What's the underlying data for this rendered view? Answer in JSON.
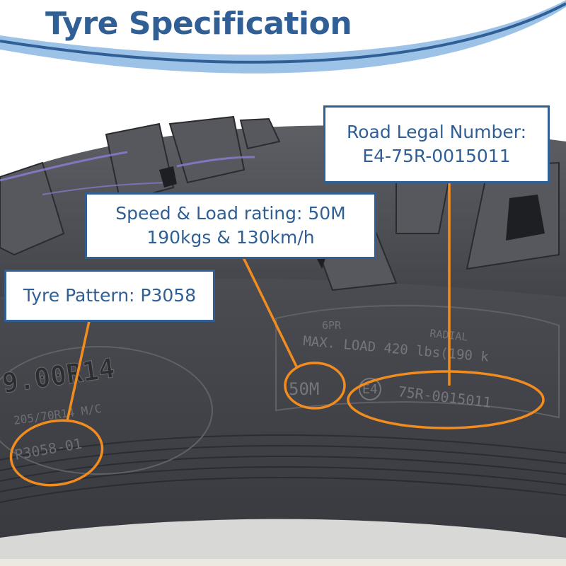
{
  "header": {
    "title": "Tyre Specification"
  },
  "callouts": {
    "road_legal": {
      "line1": "Road Legal Number:",
      "line2": "E4-75R-0015011"
    },
    "speed_load": {
      "line1": "Speed & Load rating: 50M",
      "line2": "190kgs & 130km/h"
    },
    "pattern": {
      "line1": "Tyre Pattern: P3058"
    }
  },
  "tyre_markings": {
    "size": "9.00R14",
    "metric_size": "205/70R14 M/C",
    "pattern_code": "P3058-01",
    "ply": "6PR",
    "construction": "RADIAL",
    "max_load": "MAX. LOAD 420 lbs(190 k",
    "speed_load_code": "50M",
    "approval_mark": "E4",
    "approval_number": "75R-0015011"
  },
  "colors": {
    "title_blue": "#2f5f95",
    "arc_light_blue": "#9cc2e8",
    "callout_orange": "#f28c1e",
    "rubber": "#3a3b3f"
  }
}
